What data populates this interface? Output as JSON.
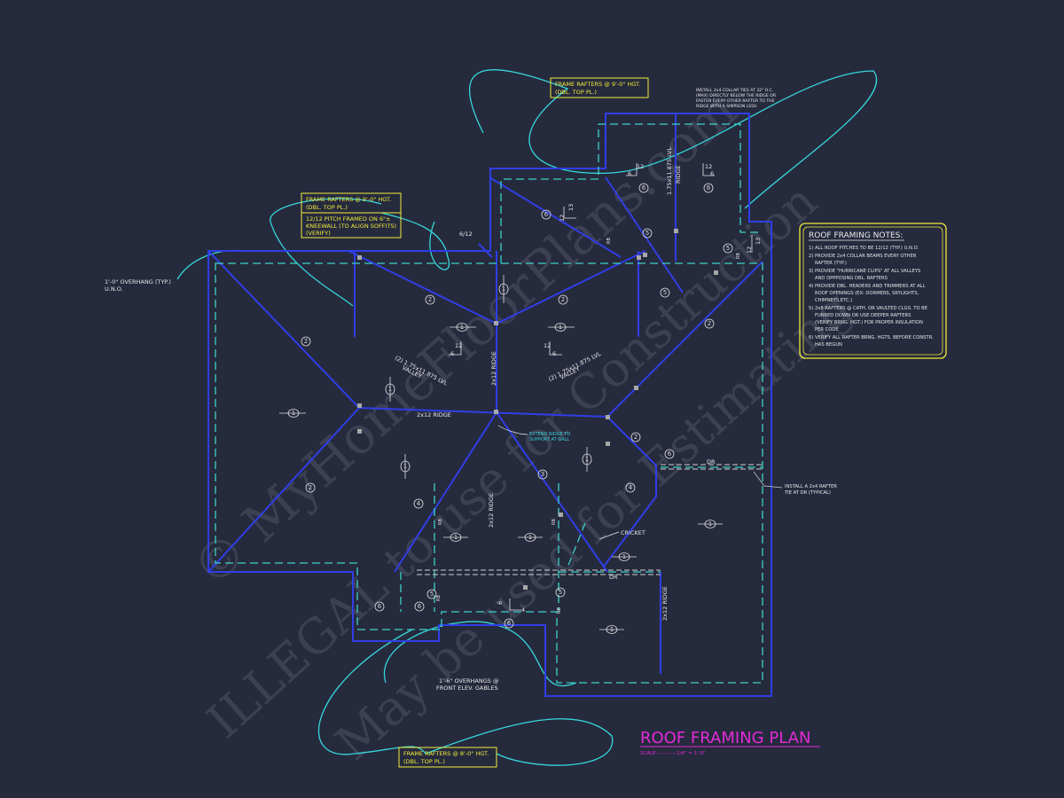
{
  "watermarks": [
    "© MyHomeFloorPlans.com",
    "ILLEGAL to use for Construction",
    "May be used for Estimating"
  ],
  "title": {
    "main": "ROOF FRAMING PLAN",
    "scale": "SCALE: ----------1/4\" = 1'-0\""
  },
  "notes": {
    "heading": "ROOF FRAMING NOTES:",
    "items": [
      "1) ALL ROOF PITCHES TO BE 12/12 (TYP.) U.N.O.",
      "2) PROVIDE 2x4 COLLAR BEAMS EVERY OTHER",
      "RAFTER (TYP.)",
      "3) PROVIDE \"HURRICANE CLIPS\" AT ALL VALLEYS",
      "AND OPPPOSING DBL. RAFTERS",
      "4) PROVIDE DBL. HEADERS AND TRIMMERS AT ALL",
      "ROOF OPENINGS (EX: DORMERS, SKYLIGHTS,",
      "CHIMNEYS,ETC.)",
      "5) 2x8 RAFTERS @ CATH. OR VAULTED CLGS. TO BE",
      "FURRED DOWN OR USE DEEPER RAFTERS",
      "(VERIFY BRNG. HGT.) FOR PROPER INSULATION",
      "PER CODE",
      "6) VERIFY ALL RAFTER BRNG. HGTS. BEFORE CONSTR.",
      "HAS BEGUN"
    ]
  },
  "callouts": {
    "top": [
      "FRAME RAFTERS @ 9'-0\" HGT.",
      "(DBL. TOP PL.)"
    ],
    "left": [
      "FRAME RAFTERS @ 9'-0\" HGT.",
      "(DBL. TOP PL.)"
    ],
    "kneewall": [
      "12/12 PITCH FRAMED ON 6\"±",
      "KNEEWALL (TO ALIGN SOFFITS)",
      "(VERIFY)"
    ],
    "bottom": [
      "FRAME RAFTERS @ 8'-0\" HGT.",
      "(DBL. TOP PL.)"
    ]
  },
  "labels": {
    "collar_ties": [
      "INSTALL 2x4 COLLAR TIES AT 32\" O.C.",
      "(MAX) DIRECTLY BELOW THE RIDGE OR",
      "FASTEN EVERY OTHER RAFTER TO THE",
      "RIDGE WITH A SIMPSON LS50."
    ],
    "overhang_typ": [
      "1'-0\" OVERHANG (TYP.)",
      "U.N.O."
    ],
    "overhang_front": [
      "1'-6\" OVERHANGS @",
      "FRONT ELEV. GABLES"
    ],
    "rafter_tie": [
      "INSTALL A 2x4 RAFTER",
      "TIE AT DR (TYPICAL)"
    ],
    "extend_ridge": [
      "EXTEND RIDGE TO",
      "SUPPORT AT GALL"
    ],
    "ridge_main": "2x12 RIDGE",
    "ridge_v1": "2x12 RIDGE",
    "ridge_v2": "2x12 RIDGE",
    "ridge_v3": "2x12 RIDGE",
    "valley_left": [
      "(2) 1.75x11.875 LVL",
      "VALLEY"
    ],
    "valley_right": [
      "(2) 1.75x11.875 LVL",
      "VALLEY"
    ],
    "lvl_ridge": [
      "1.75x11.875 LVL",
      "RIDGE"
    ],
    "cricket": "CRICKET",
    "dr1": "DR",
    "dr2": "DR",
    "pitch_612": "6/12",
    "rb": "RB",
    "pitch_13": "13",
    "pitch_12": "12",
    "pitch_6": "6",
    "pitch_4": "4",
    "circle_1": "1",
    "circle_2": "2",
    "circle_3": "3",
    "circle_4": "4",
    "circle_5": "5",
    "circle_6": "6"
  },
  "colors": {
    "background": "#262a3d",
    "outline": "#2f3ee6",
    "dashed": "#3cd2c8",
    "callout": "#f2ec3a",
    "title": "#e22ad8",
    "leader": "#36d6da"
  }
}
